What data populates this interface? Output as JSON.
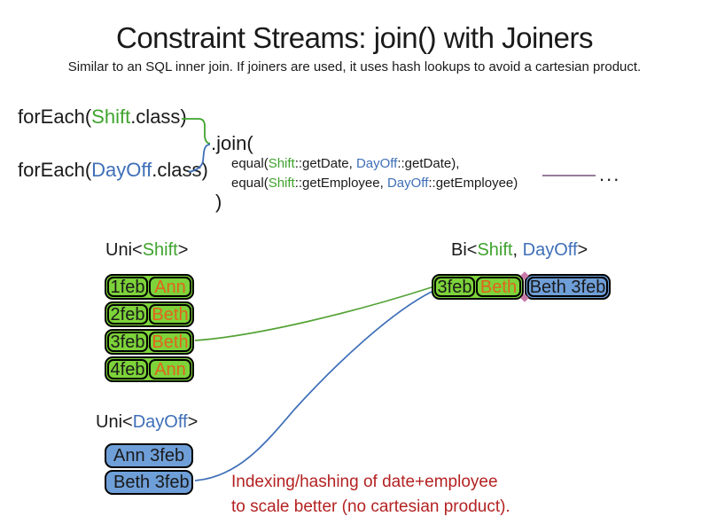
{
  "title": "Constraint Streams: join() with Joiners",
  "subtitle": "Similar to an SQL inner join. If joiners are used, it uses hash lookups to avoid a cartesian product.",
  "code": {
    "foreach_shift": {
      "prefix": "forEach(",
      "class_name": "Shift",
      "suffix": ".class)"
    },
    "foreach_dayoff": {
      "prefix": "forEach(",
      "class_name": "DayOff",
      "suffix": ".class)"
    },
    "join_open": ".join(",
    "joiner_date": {
      "prefix": "equal(",
      "left_class": "Shift",
      "left_rest": "::getDate, ",
      "right_class": "DayOff",
      "right_rest": "::getDate),"
    },
    "joiner_employee": {
      "prefix": "equal(",
      "left_class": "Shift",
      "left_rest": "::getEmployee, ",
      "right_class": "DayOff",
      "right_rest": "::getEmployee)"
    },
    "join_close": ")",
    "ellipsis": "..."
  },
  "shift_stream": {
    "label": {
      "prefix": "Uni<",
      "type": "Shift",
      "suffix": ">"
    },
    "rows": [
      {
        "date": "1feb",
        "employee": "Ann"
      },
      {
        "date": "2feb",
        "employee": "Beth"
      },
      {
        "date": "3feb",
        "employee": "Beth"
      },
      {
        "date": "4feb",
        "employee": "Ann"
      }
    ]
  },
  "dayoff_stream": {
    "label": {
      "prefix": "Uni<",
      "type": "DayOff",
      "suffix": ">"
    },
    "rows": [
      {
        "text": "Ann 3feb"
      },
      {
        "text": "Beth 3feb"
      }
    ]
  },
  "bi_stream": {
    "label": {
      "prefix": "Bi<",
      "type1": "Shift",
      "separator": ", ",
      "type2": "DayOff",
      "suffix": ">"
    },
    "row": {
      "date": "3feb",
      "employee": "Beth",
      "dayoff": "Beth 3feb"
    }
  },
  "annotation": {
    "line1": "Indexing/hashing of date+employee",
    "line2": "to scale better (no cartesian product)."
  },
  "colors": {
    "shift_green_text": "#3FA32D",
    "table_green_fill": "#7DD339",
    "dayoff_blue_text": "#3E6FB8",
    "table_blue_fill": "#6F9FD8",
    "employee_orange_text": "#E2641E",
    "annotation_red": "#B42222",
    "joiner_purple": "#75507B",
    "diamond_pink": "#C97BA8"
  }
}
